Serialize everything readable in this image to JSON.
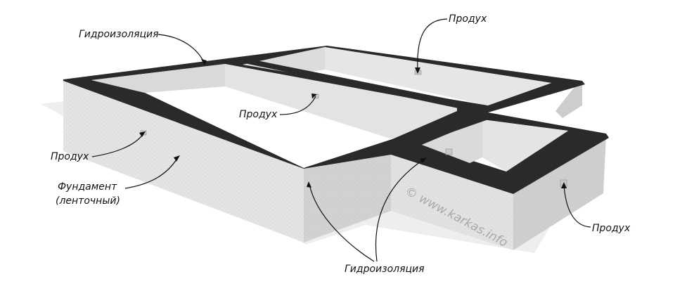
{
  "labels": {
    "waterproofing_top": "Гидроизоляция",
    "vent_top_right": "Продух",
    "vent_middle": "Продух",
    "vent_left": "Продух",
    "foundation_line1": "Фундамент",
    "foundation_line2": "(ленточный)",
    "waterproofing_bottom": "Гидроизоляция",
    "vent_right": "Продух"
  },
  "watermark": "© www.karkas.info",
  "colors": {
    "concrete_light": "#e6e6e6",
    "concrete_mid": "#d4d4d4",
    "concrete_dark": "#bfbfbf",
    "waterproofing": "#2b2b2b",
    "shadow": "#ececec",
    "leader": "#111111"
  }
}
